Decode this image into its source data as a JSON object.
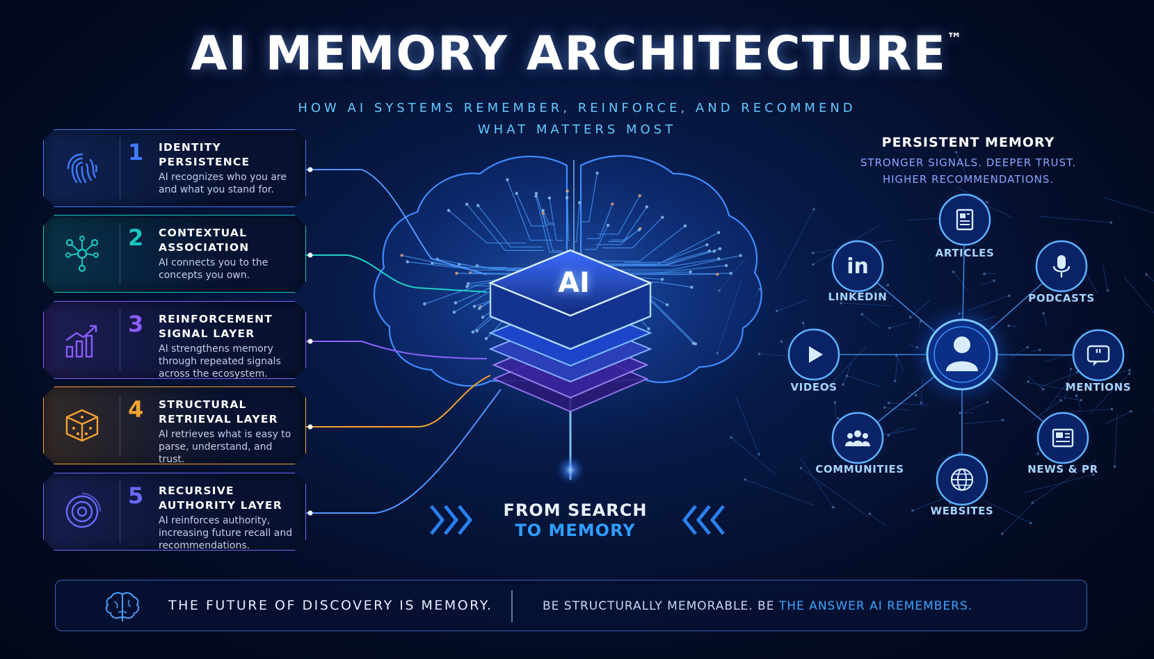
{
  "header": {
    "title": "AI MEMORY ARCHITECTURE",
    "trademark": "™",
    "subtitle_line1": "HOW AI SYSTEMS REMEMBER, REINFORCE, AND RECOMMEND",
    "subtitle_line2": "WHAT MATTERS MOST"
  },
  "layers": [
    {
      "number": "1",
      "title_line1": "IDENTITY",
      "title_line2": "PERSISTENCE",
      "description": "AI recognizes who you are and what you stand for.",
      "icon": "fingerprint-icon",
      "color": "#3f7cff"
    },
    {
      "number": "2",
      "title_line1": "CONTEXTUAL",
      "title_line2": "ASSOCIATION",
      "description": "AI connects you to the concepts you own.",
      "icon": "network-nodes-icon",
      "color": "#19c6c0"
    },
    {
      "number": "3",
      "title_line1": "REINFORCEMENT",
      "title_line2": "SIGNAL LAYER",
      "description": "AI strengthens memory through repeated signals across the ecosystem.",
      "icon": "growth-chart-icon",
      "color": "#8b5cff"
    },
    {
      "number": "4",
      "title_line1": "STRUCTURAL",
      "title_line2": "RETRIEVAL LAYER",
      "description": "AI retrieves what is easy to parse, understand, and trust.",
      "icon": "cube-icon",
      "color": "#f3a331"
    },
    {
      "number": "5",
      "title_line1": "RECURSIVE",
      "title_line2": "AUTHORITY LAYER",
      "description": "AI reinforces authority, increasing future recall and recommendations.",
      "icon": "target-icon",
      "color": "#6a6bff"
    }
  ],
  "center": {
    "chip_label": "AI",
    "tagline_line1": "FROM SEARCH",
    "tagline_line2": "TO MEMORY"
  },
  "persistent_memory": {
    "title": "PERSISTENT MEMORY",
    "subtitle_line1": "STRONGER SIGNALS. DEEPER TRUST.",
    "subtitle_line2": "HIGHER RECOMMENDATIONS.",
    "hub_icon": "user-icon",
    "nodes": [
      {
        "label": "ARTICLES",
        "icon": "document-icon"
      },
      {
        "label": "PODCASTS",
        "icon": "microphone-icon"
      },
      {
        "label": "MENTIONS",
        "icon": "quote-bubble-icon"
      },
      {
        "label": "NEWS & PR",
        "icon": "newspaper-icon"
      },
      {
        "label": "WEBSITES",
        "icon": "globe-icon"
      },
      {
        "label": "COMMUNITIES",
        "icon": "people-icon"
      },
      {
        "label": "VIDEOS",
        "icon": "play-icon"
      },
      {
        "label": "LINKEDIN",
        "icon": "linkedin-icon"
      }
    ]
  },
  "footer": {
    "left_text": "THE FUTURE OF DISCOVERY IS MEMORY.",
    "right_text": "BE STRUCTURALLY MEMORABLE. BE",
    "right_highlight": "THE ANSWER AI REMEMBERS."
  }
}
